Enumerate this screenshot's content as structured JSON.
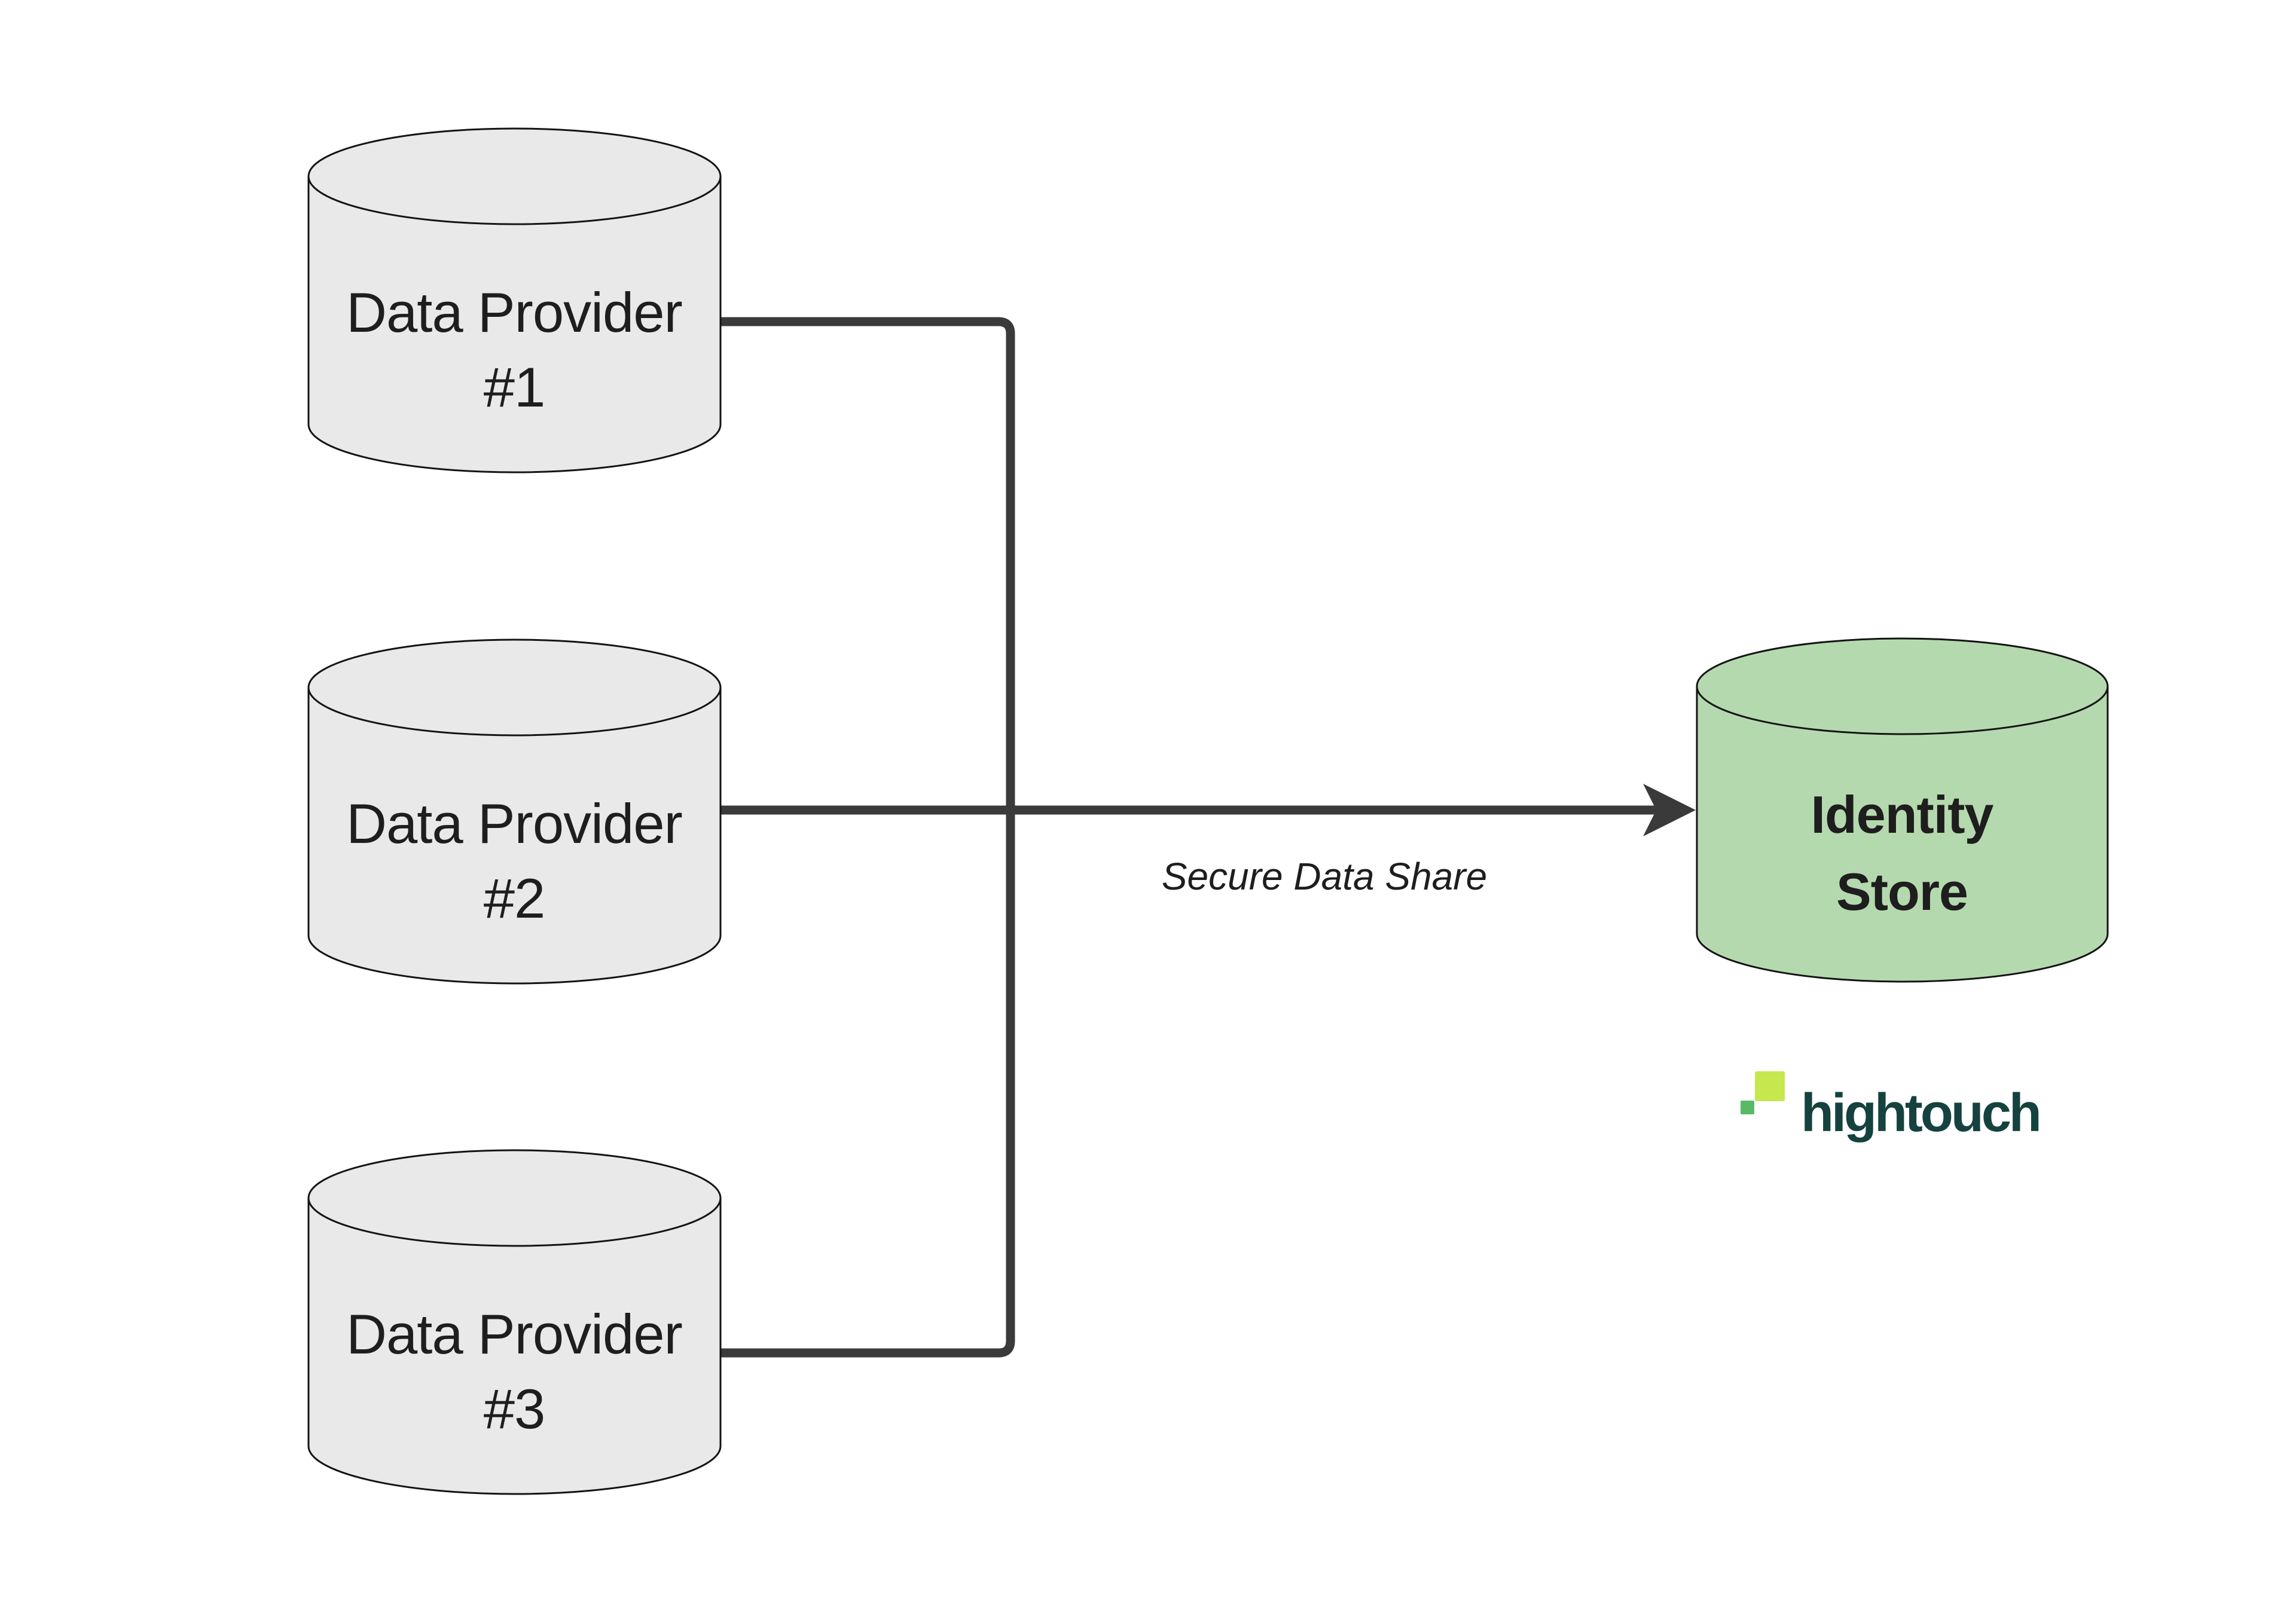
{
  "diagram": {
    "providers": [
      {
        "line1": "Data Provider",
        "line2": "#1"
      },
      {
        "line1": "Data Provider",
        "line2": "#2"
      },
      {
        "line1": "Data Provider",
        "line2": "#3"
      }
    ],
    "store": {
      "line1": "Identity",
      "line2": "Store"
    },
    "edge_label": "Secure Data Share",
    "logo": {
      "wordmark": "hightouch"
    },
    "colors": {
      "background": "#ffffff",
      "provider_fill": "#e9e9e9",
      "store_fill": "#b5d9ae",
      "outline": "#141414",
      "connector": "#3a3a3a",
      "text": "#1e1e1e",
      "logo_text": "#15423e",
      "logo_lime": "#c6e74e",
      "logo_green": "#58ba67"
    }
  }
}
